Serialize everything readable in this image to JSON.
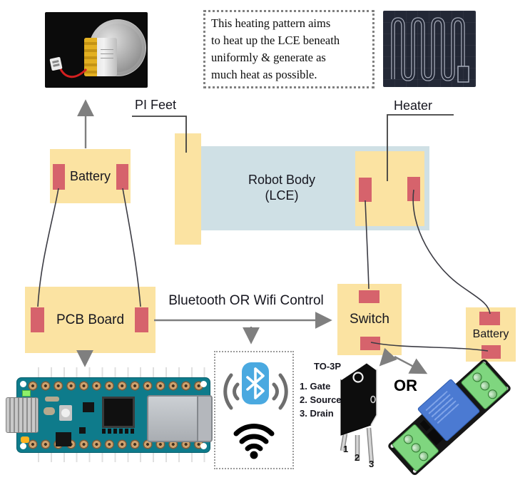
{
  "note": {
    "lines": [
      "This heating pattern aims",
      "to heat up the LCE beneath",
      "uniformly & generate as",
      "much heat as possible."
    ]
  },
  "labels": {
    "pi_feet": "PI Feet",
    "heater": "Heater",
    "control": "Bluetooth OR Wifi Control",
    "or": "OR"
  },
  "nodes": {
    "battery_left": "Battery",
    "pcb_board": "PCB Board",
    "robot_body": "Robot Body",
    "robot_body_sub": "(LCE)",
    "switch": "Switch",
    "battery_right": "Battery"
  },
  "transistor": {
    "package": "TO-3P",
    "pin_list": [
      "1. Gate",
      "2. Source",
      "3. Drain"
    ],
    "leg_numbers": [
      "1",
      "2",
      "3"
    ]
  },
  "icons": {
    "bluetooth": "bluetooth-signal-icon",
    "wifi": "wifi-icon"
  },
  "colors": {
    "box_yellow": "#fbe3a2",
    "pad_red": "#d6636c",
    "body_blue": "#cfe0e5",
    "bluetooth_blue": "#4aa9e0",
    "arduino_teal": "#0e7b8b",
    "relay_blue": "#4b7ad2",
    "terminal_green": "#7fd67f",
    "arrow_gray": "#7f7f7f"
  }
}
